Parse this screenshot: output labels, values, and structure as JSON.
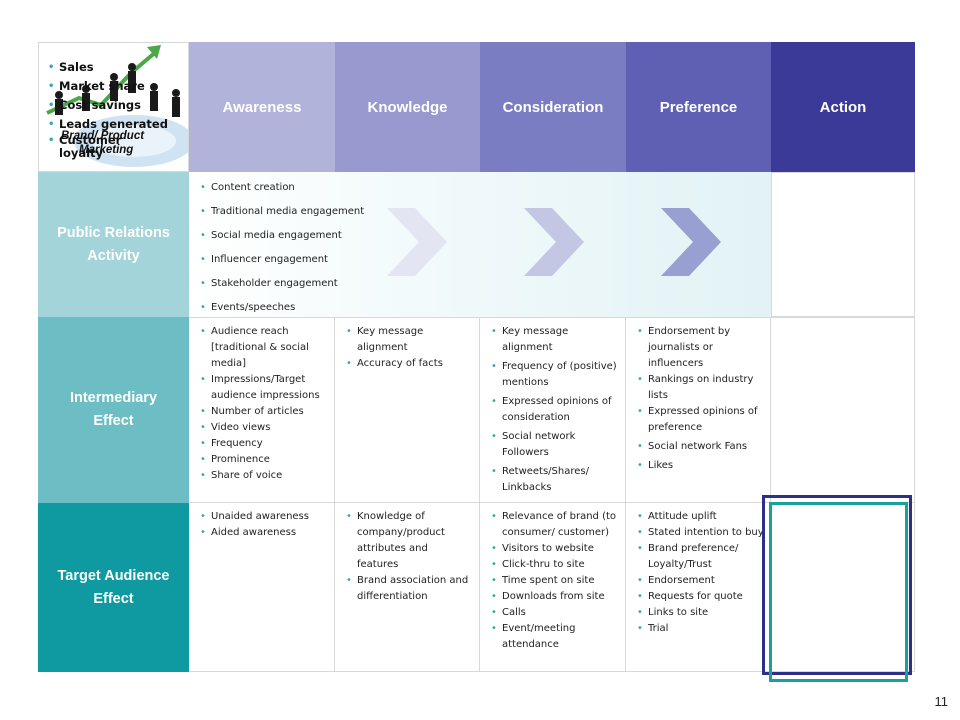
{
  "corner": {
    "bullets": [
      "Sales",
      "Market share",
      "Cost savings",
      "Leads generated",
      "Customer loyalty"
    ],
    "image_caption_line1": "Brand/ Product",
    "image_caption_line2": "Marketing"
  },
  "headers": [
    "Awareness",
    "Knowledge",
    "Consideration",
    "Preference",
    "Action"
  ],
  "header_colors": [
    "#b2b3da",
    "#9799cf",
    "#7b7dc2",
    "#5f60b3",
    "#3b3a99"
  ],
  "rows": {
    "public_relations": {
      "label": "Public Relations Activity",
      "items": [
        "Content creation",
        "Traditional media engagement",
        "Social media engagement",
        "Influencer engagement",
        "Stakeholder engagement",
        "Events/speeches"
      ]
    },
    "intermediary": {
      "label": "Intermediary Effect",
      "cells": [
        [
          "Audience reach [traditional & social media]",
          "Impressions/Target audience impressions",
          "Number of articles",
          "Video views",
          "Frequency",
          "Prominence",
          "Share of voice"
        ],
        [
          "Key message alignment",
          "Accuracy of facts"
        ],
        [
          "Key message alignment",
          "Frequency of (positive) mentions",
          "Expressed opinions of consideration",
          "Social network Followers",
          "Retweets/Shares/ Linkbacks"
        ],
        [
          "Endorsement by journalists or influencers",
          "Rankings on industry lists",
          "Expressed opinions of preference",
          "Social network Fans",
          "Likes"
        ]
      ]
    },
    "target": {
      "label": "Target Audience Effect",
      "cells": [
        [
          "Unaided awareness",
          "Aided awareness"
        ],
        [
          "Knowledge of company/product attributes and features",
          "Brand association and differentiation"
        ],
        [
          "Relevance of brand (to consumer/ customer)",
          "Visitors to website",
          "Click-thru to site",
          "Time spent on site",
          "Downloads from site",
          "Calls",
          "Event/meeting attendance"
        ],
        [
          "Attitude uplift",
          "Stated intention to buy",
          "Brand preference/ Loyalty/Trust",
          "Endorsement",
          "Requests for quote",
          "Links to site",
          "Trial"
        ]
      ]
    }
  },
  "row_colors": [
    "#a3d4da",
    "#6dbdc4",
    "#0e9aa0"
  ],
  "page_number": "11"
}
